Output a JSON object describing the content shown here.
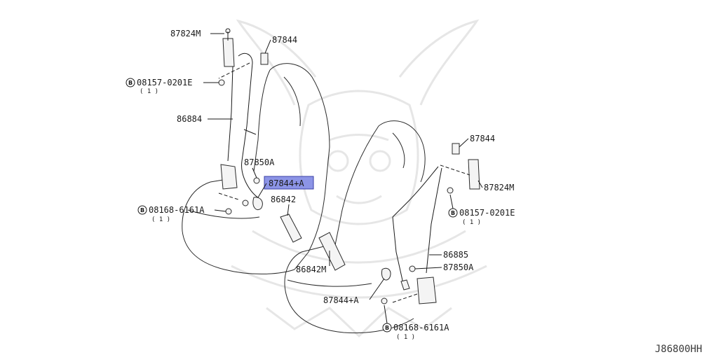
{
  "callouts": {
    "p87824m_left": "87824M",
    "p87844_top_left": "87844",
    "p08157_left": "08157-0201E",
    "p08157_left_qty": "( 1 )",
    "p86884": "86884",
    "p87850a_left": "87850A",
    "p87844a_left": "87844+A",
    "p86842": "86842",
    "p08168_left": "08168-6161A",
    "p08168_left_qty": "( 1 )",
    "p86842m": "86842M",
    "p87844_right": "87844",
    "p87824m_right": "87824M",
    "p08157_right": "08157-0201E",
    "p08157_right_qty": "( 1 )",
    "p86885": "86885",
    "p87850a_right": "87850A",
    "p87844a_right": "87844+A",
    "p08168_right": "08168-6161A",
    "p08168_right_qty": "( 1 )"
  },
  "bolt_marker": "B",
  "diagram_code": "J86800HH",
  "colors": {
    "line": "#1a1a1a",
    "highlight_fill": "#8c94e6",
    "highlight_border": "#3a3fa6",
    "watermark": "#e6e6e6"
  }
}
